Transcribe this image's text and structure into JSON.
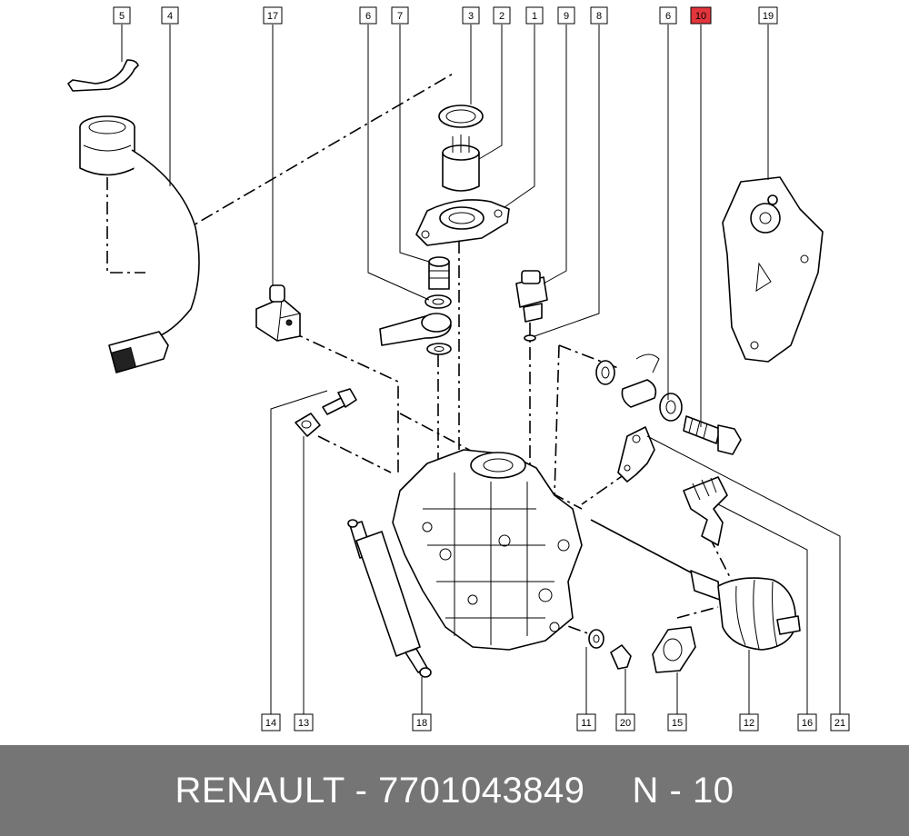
{
  "callouts": [
    {
      "label": "5"
    },
    {
      "label": "4"
    },
    {
      "label": "17"
    },
    {
      "label": "6"
    },
    {
      "label": "7"
    },
    {
      "label": "3"
    },
    {
      "label": "2"
    },
    {
      "label": "1"
    },
    {
      "label": "9"
    },
    {
      "label": "8"
    },
    {
      "label": "6"
    },
    {
      "label": "10",
      "highlighted": true
    },
    {
      "label": "19"
    },
    {
      "label": "14"
    },
    {
      "label": "13"
    },
    {
      "label": "18"
    },
    {
      "label": "11"
    },
    {
      "label": "20"
    },
    {
      "label": "15"
    },
    {
      "label": "12"
    },
    {
      "label": "16"
    },
    {
      "label": "21"
    }
  ],
  "colors": {
    "highlight": "#e3353c",
    "footer_bg": "#757575",
    "footer_text": "#ffffff"
  },
  "footer": {
    "brand_part": "RENAULT - 7701043849",
    "position": "N - 10"
  }
}
